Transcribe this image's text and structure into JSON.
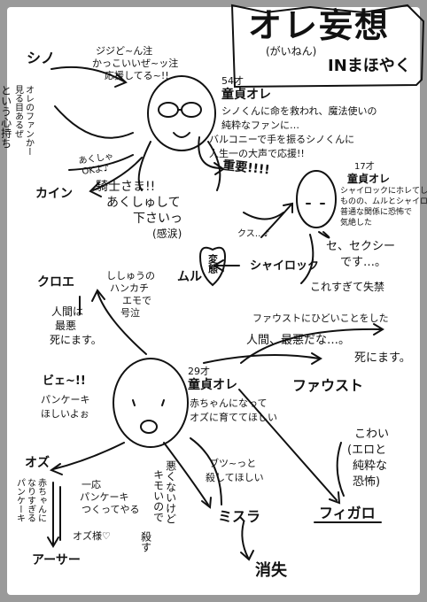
{
  "title": {
    "main": "オレ妄想",
    "reading": "(がいねん)",
    "subtitle": "INまほやく"
  },
  "center": {
    "age": "54才",
    "name": "童貞オレ",
    "description": [
      "シノくんに命を救われ、魔法使いの",
      "純粋なファンに…",
      "バルコニーで手を振るシノくんに",
      "人生一の大声で応援!!"
    ]
  },
  "shino": {
    "name": "シノ",
    "bubble": [
      "ジジど~ん注",
      "かっこいいぜ~ッ注",
      "応援してる~!!"
    ],
    "feeling": [
      "オレのファンかー",
      "見る目あるぜ",
      "という心持ち"
    ],
    "reply": [
      "あくしゃ",
      "OKよ♪"
    ]
  },
  "kain": {
    "name": "カイン",
    "speech": [
      "騎士さま!!",
      "あくしゅして",
      "下さいっ",
      "(感涙)"
    ]
  },
  "heart_scream": "重要!!!!",
  "shylock": {
    "age": "17才",
    "name": "童貞オレ",
    "description": [
      "シャイロックにホレてしまう",
      "ものの、ムルとシャイロックの",
      "普通な関係に恐怖で",
      "気絶した"
    ],
    "name_label": "シャイロック",
    "kusu": "クス…♪",
    "sexy": [
      "セ、セクシー",
      "です…。"
    ],
    "forbidden": "これすぎて失禁"
  },
  "muru": {
    "name": "ムル",
    "heart": "変態"
  },
  "chloe": {
    "name": "クロエ",
    "handkerchief": [
      "ししゅうの",
      "ハンカチ",
      "エモで",
      "号泣"
    ],
    "verdict": [
      "人間は",
      "最悪",
      "死にます。"
    ]
  },
  "faust": {
    "name": "ファウスト",
    "line": [
      "ファウストにひどいことをした",
      "人間、最悪だな…。"
    ],
    "death": "死にます。"
  },
  "oz_section": {
    "age": "29才",
    "name": "童貞オレ",
    "description": [
      "赤ちゃんになって",
      "オズに育ててほしい"
    ],
    "pancake_cry": [
      "ビェ~!!",
      "パンケーキ",
      "ほしいよぉ"
    ],
    "oz": "オズ",
    "baby_pancake": [
      "赤ちゃんに",
      "なりすぎる",
      "パンケーキ"
    ],
    "pancake_make": [
      "一応",
      "パンケーキ",
      "つくってやる"
    ],
    "oz_sama": "オズ様♡",
    "arthur": "アーサー",
    "kimoi": [
      "悪くないけど",
      "キモいので",
      "殺す"
    ],
    "mithra": "ミスラ",
    "kill_please": [
      "ブツ~っと",
      "殺してほしい"
    ],
    "vanish": "消失",
    "figaro": "フィガロ",
    "scary": [
      "こわい",
      "(エロと",
      "純粋な",
      "恐怖)"
    ]
  }
}
